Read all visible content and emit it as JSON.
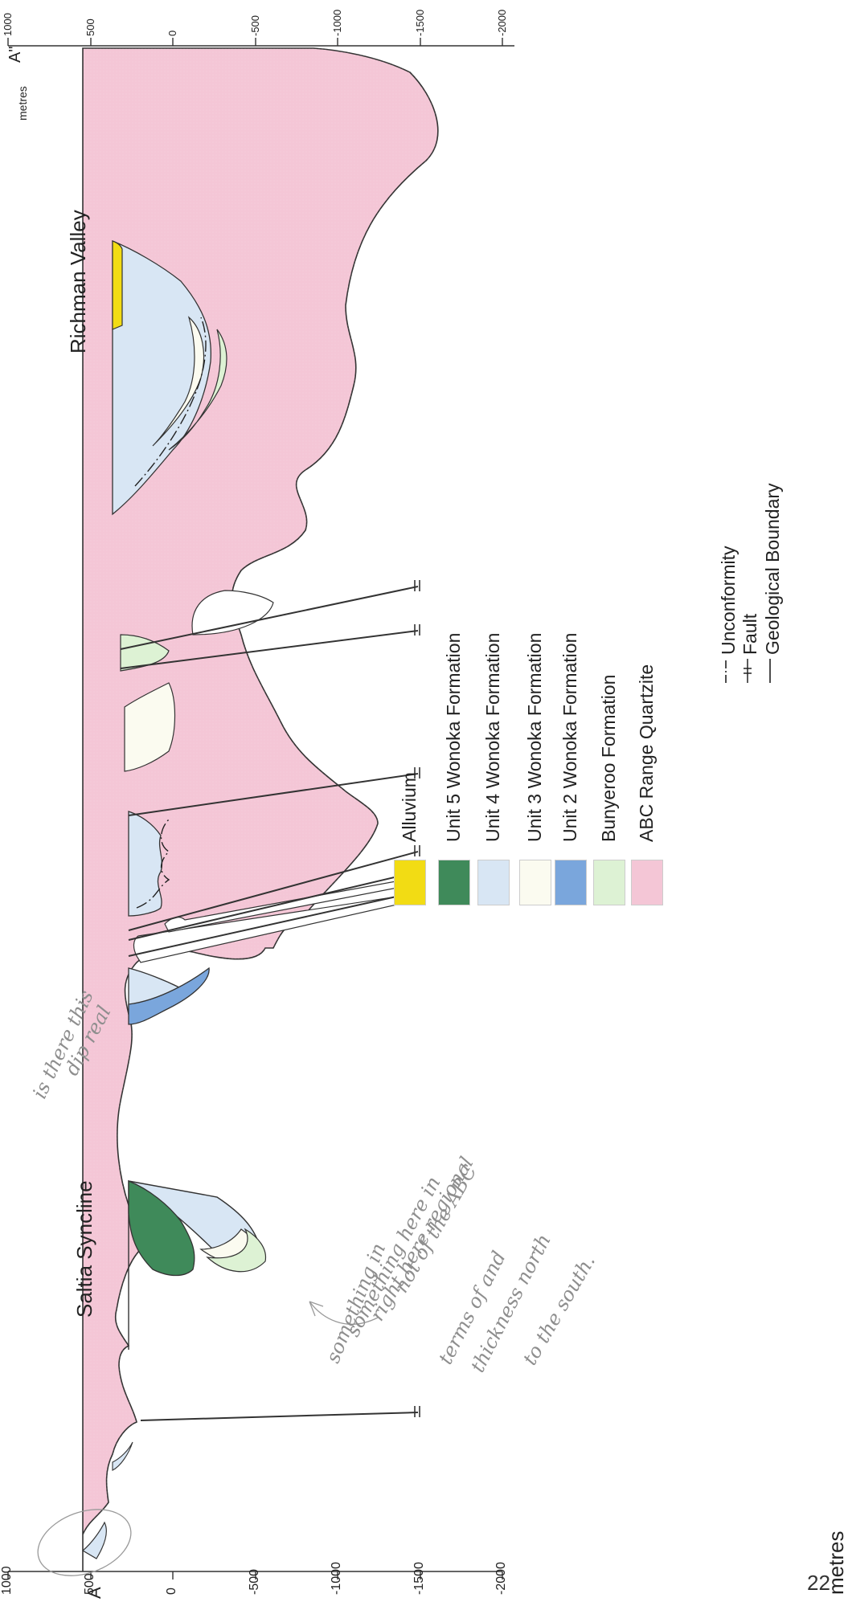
{
  "section": {
    "start_label": "A",
    "end_label": "A\"",
    "axis_unit": "metres",
    "axis_ticks": [
      "1000",
      "500",
      "0",
      "-500",
      "-1000",
      "-1500",
      "-2000"
    ],
    "end_axis_ticks": [
      "1000",
      "500",
      "0",
      "-500",
      "-1000",
      "-1500",
      "-2000"
    ]
  },
  "features": {
    "saltia": "Saltia Syncline",
    "richman": "Richman Valley"
  },
  "legend": {
    "units": [
      {
        "label": "Alluvium",
        "color": "#f2dc14"
      },
      {
        "label": "Unit 5 Wonoka Formation",
        "color": "#3f8a5a"
      },
      {
        "label": "Unit 4 Wonoka Formation",
        "color": "#d8e6f4"
      },
      {
        "label": "Unit 3 Wonoka Formation",
        "color": "#fbfbf0"
      },
      {
        "label": "Unit 2 Wonoka Formation",
        "color": "#7aa6dc"
      },
      {
        "label": "Bunyeroo Formation",
        "color": "#ddf2d4"
      },
      {
        "label": "ABC Range Quartzite",
        "color": "#f4c6d6"
      }
    ],
    "lines": [
      {
        "label": "Unconformity",
        "symbol": "unconformity-line"
      },
      {
        "label": "Fault",
        "symbol": "fault-symbol"
      },
      {
        "label": "Geological Boundary",
        "symbol": "boundary-line"
      }
    ]
  },
  "annotations": {
    "top_line1": "is there this",
    "top_line2": "dip real",
    "lines": [
      "something in",
      "something here in",
      "right here regional",
      "not of the ABC",
      "terms of and",
      "thickness north",
      "to the south."
    ]
  },
  "page_number": "22"
}
